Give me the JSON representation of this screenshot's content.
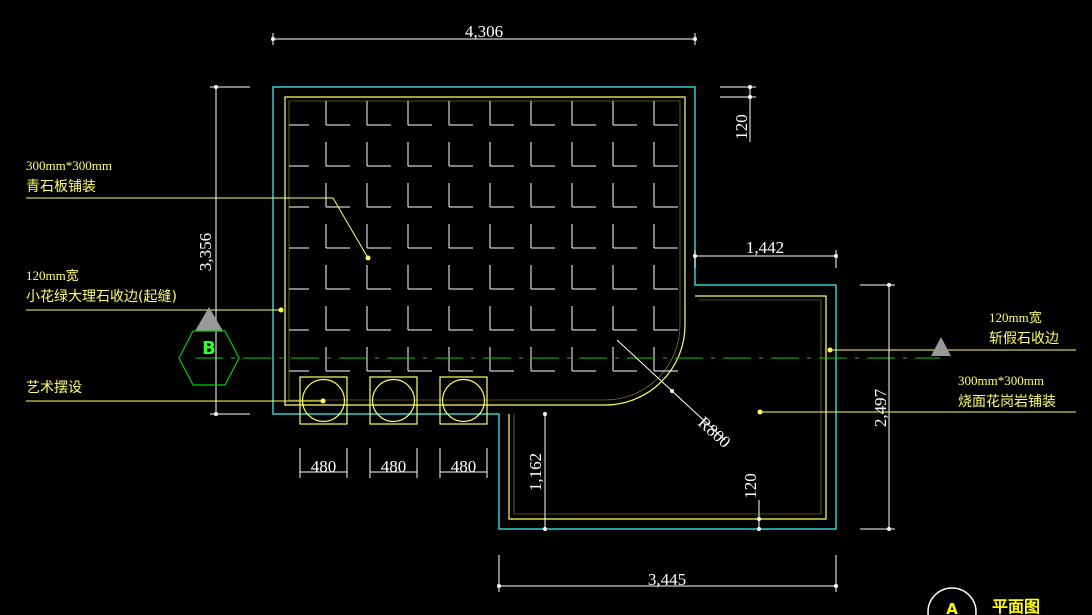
{
  "colors": {
    "background": "#000000",
    "outline": "#33cccc",
    "paving": "#ffff66",
    "dimension": "#ffffff",
    "grid": "#ffffff",
    "axis": "#00cc00"
  },
  "dimensions": {
    "top_width": "4,306",
    "left_height": "3,356",
    "right_edge": "120",
    "step_width": "1,442",
    "right_height": "2,497",
    "lower_height": "1,162",
    "lower_edge": "120",
    "bottom_width": "3,445",
    "planter_1": "480",
    "planter_2": "480",
    "planter_3": "480",
    "radius": "R800"
  },
  "notes": {
    "bluestone_size": "300mm*300mm",
    "bluestone_text": "青石板铺装",
    "marble_width": "120mm宽",
    "marble_text": "小花绿大理石收边(起缝)",
    "art_text": "艺术摆设",
    "chopped_width": "120mm宽",
    "chopped_text": "斩假石收边",
    "granite_size": "300mm*300mm",
    "granite_text": "烧面花岗岩铺装"
  },
  "markers": {
    "section_b": "B",
    "section_a": "A"
  },
  "title": "平面图"
}
